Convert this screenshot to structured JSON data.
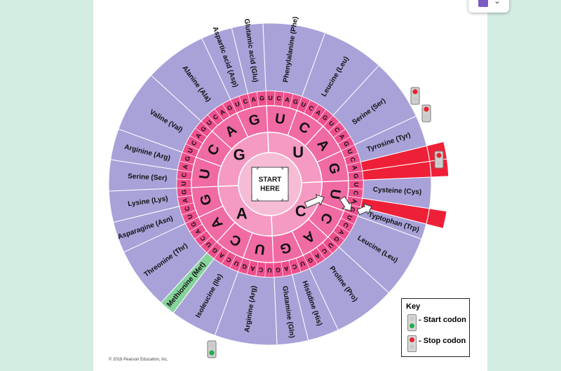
{
  "wheel": {
    "outer_ring": [
      {
        "label": "Phenylalanine (Phe)",
        "start": 0,
        "end": 22.5
      },
      {
        "label": "Leucine (Leu)",
        "start": 22.5,
        "end": 45
      },
      {
        "label": "Serine (Ser)",
        "start": 45,
        "end": 67.5
      },
      {
        "label": "Tyrosine (Tyr)",
        "start": 67.5,
        "end": 78.75
      },
      {
        "label": "",
        "start": 78.75,
        "end": 84.375,
        "stop": true
      },
      {
        "label": "",
        "start": 84.375,
        "end": 90,
        "stop": true
      },
      {
        "label": "Cysteine (Cys)",
        "start": 90,
        "end": 101.25
      },
      {
        "label": "",
        "start": 101.25,
        "end": 106.875,
        "stop": true
      },
      {
        "label": "Typtophan (Trp)",
        "start": 106.875,
        "end": 112.5
      },
      {
        "label": "Leucine (Leu)",
        "start": 112.5,
        "end": 135
      },
      {
        "label": "Proline (Pro)",
        "start": 135,
        "end": 157.5
      },
      {
        "label": "Histidine (His)",
        "start": 157.5,
        "end": 168.75
      },
      {
        "label": "Glutamine (Gln)",
        "start": 168.75,
        "end": 180
      },
      {
        "label": "Arginine (Arg)",
        "start": 180,
        "end": 202.5
      },
      {
        "label": "Isoleucine (Ile)",
        "start": 202.5,
        "end": 219.375
      },
      {
        "label": "Methionine (Met)",
        "start": 219.375,
        "end": 225,
        "start_codon": true
      },
      {
        "label": "Threonine (Thr)",
        "start": 225,
        "end": 247.5
      },
      {
        "label": "Asparagine (Asn)",
        "start": 247.5,
        "end": 258.75
      },
      {
        "label": "Lysine (Lys)",
        "start": 258.75,
        "end": 270
      },
      {
        "label": "Serine (Ser)",
        "start": 270,
        "end": 281.25
      },
      {
        "label": "Arginine (Arg)",
        "start": 281.25,
        "end": 292.5
      },
      {
        "label": "Valine (Val)",
        "start": 292.5,
        "end": 315
      },
      {
        "label": "Alanine (Ala)",
        "start": 315,
        "end": 337.5
      },
      {
        "label": "Aspartic acid (Asp)",
        "start": 337.5,
        "end": 348.75
      },
      {
        "label": "Glutamic acid (Glu)",
        "start": 348.75,
        "end": 360
      }
    ],
    "first_bases": [
      "U",
      "C",
      "A",
      "G"
    ],
    "second_bases": [
      "U",
      "C",
      "A",
      "G"
    ],
    "third_bases": [
      "U",
      "C",
      "A",
      "G"
    ],
    "center_label": [
      "START",
      "HERE"
    ]
  },
  "key": {
    "title": "Key",
    "start_codon": "- Start codon",
    "stop_codon": "- Stop codon"
  },
  "copyright": "© 2018 Pearson Education, Inc.",
  "colors": {
    "outer": "#a8a2d9",
    "band": "#ee4f8c",
    "second_ring": "#f06aa3",
    "first_ring": "#f59ac2",
    "center": "#f6bcd6",
    "stop": "#ee2038",
    "start": "#86d39c"
  }
}
